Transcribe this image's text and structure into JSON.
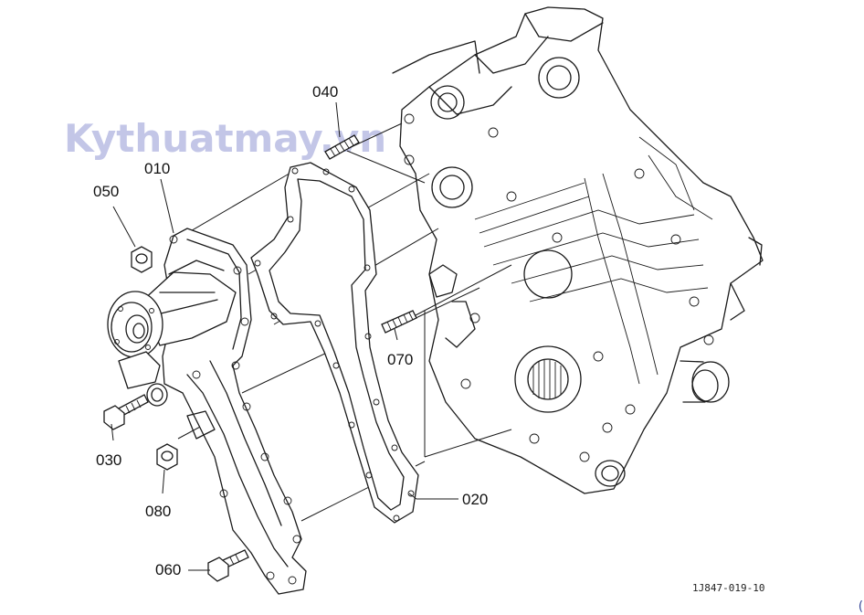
{
  "watermark": "Kythuatmay.vn",
  "drawing_code": "1J847-019-10",
  "corner_mark": "(",
  "callouts": {
    "c010": "010",
    "c020": "020",
    "c030": "030",
    "c040": "040",
    "c050": "050",
    "c060": "060",
    "c070": "070",
    "c080": "080"
  },
  "parts": [
    "water-pump",
    "gasket",
    "bolt",
    "stud",
    "nut",
    "bolt",
    "stud",
    "nut"
  ]
}
